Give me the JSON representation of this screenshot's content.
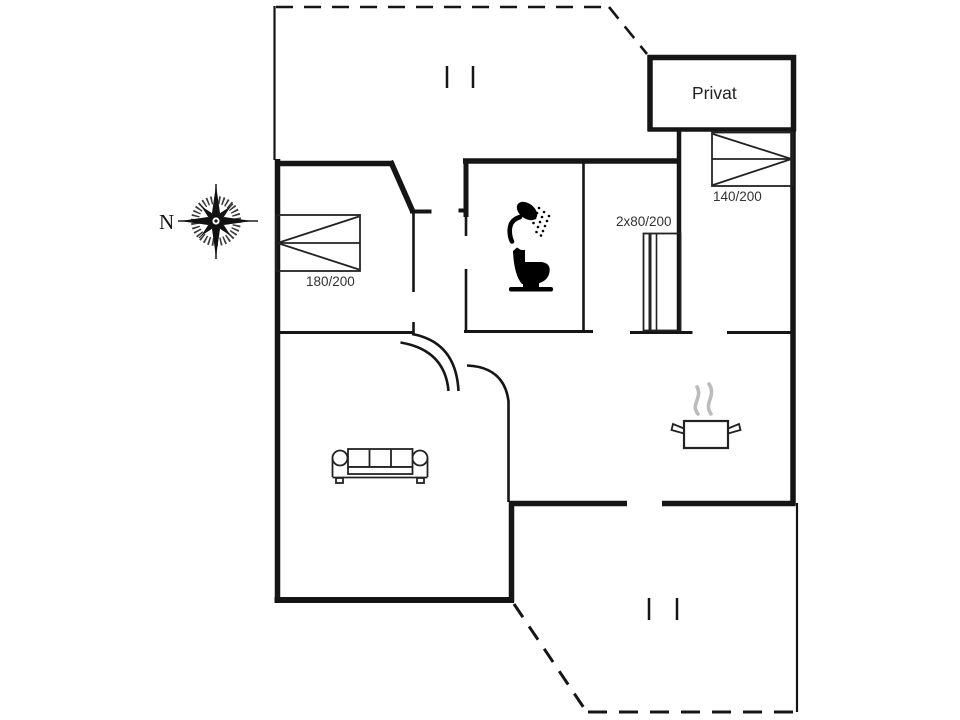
{
  "plan": {
    "room_private_label": "Privat",
    "bed_double_label": "180/200",
    "bed_right_label": "140/200",
    "bed_bunk_label": "2x80/200",
    "compass_label": "N"
  },
  "colors": {
    "background": "#ffffff",
    "wall": "#151515",
    "furniture": "#222222",
    "label_text": "#333333",
    "steam": "#bcbcbc"
  },
  "icons": {
    "compass": "compass-rose-icon",
    "shower": "shower-icon",
    "toilet": "toilet-icon",
    "sofa": "sofa-icon",
    "pot": "cooking-pot-steam-icon",
    "bed_double": "double-bed-icon",
    "bed_right": "double-bed-icon",
    "bed_bunk": "bunk-bed-icon"
  }
}
